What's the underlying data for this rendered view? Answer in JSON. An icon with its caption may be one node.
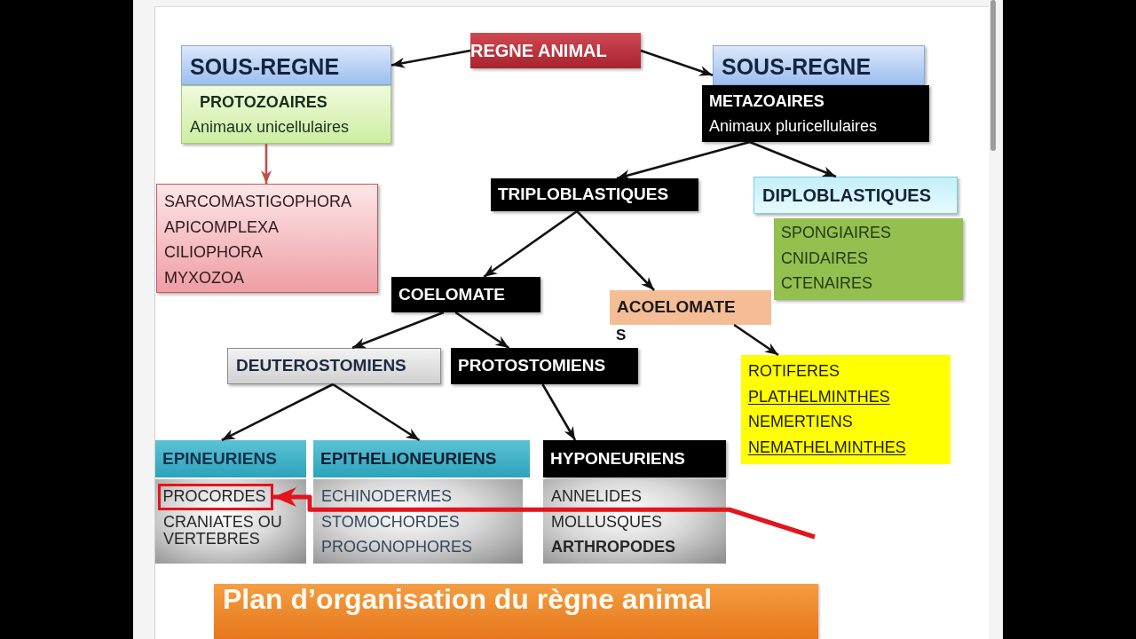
{
  "diagram": {
    "title": "Plan d’organisation du règne animal",
    "nodes": [
      {
        "text": [
          "REGNE ANIMAL"
        ]
      },
      {
        "text": [
          "SOUS-REGNE"
        ]
      },
      {
        "text": [
          "PROTOZOAIRES",
          "Animaux unicellulaires"
        ]
      },
      {
        "text": [
          "SARCOMASTIGOPHORA",
          "APICOMPLEXA",
          "CILIOPHORA",
          "MYXOZOA"
        ]
      },
      {
        "text": [
          "SOUS-REGNE"
        ]
      },
      {
        "text": [
          "METAZOAIRES",
          "Animaux pluricellulaires"
        ]
      },
      {
        "text": [
          "TRIPLOBLASTIQUES"
        ]
      },
      {
        "text": [
          "DIPLOBLASTIQUES"
        ]
      },
      {
        "text": [
          "SPONGIAIRES",
          "CNIDAIRES",
          "CTENAIRES"
        ]
      },
      {
        "text": [
          "COELOMATE"
        ]
      },
      {
        "text": [
          "ACOELOMATE"
        ],
        "beside": [
          "S"
        ]
      },
      {
        "text": [
          "DEUTEROSTOMIENS"
        ]
      },
      {
        "text": [
          "PROTOSTOMIENS"
        ]
      },
      {
        "text": [
          "ROTIFERES",
          "PLATHELMINTHES",
          "NEMERTIENS",
          "NEMATHELMINTHES"
        ]
      },
      {
        "text": [
          "EPINEURIENS"
        ]
      },
      {
        "text": [
          "CRANIATES OU VERTEBRES"
        ]
      },
      {
        "text": [
          "PROCORDES"
        ],
        "in": 15
      },
      {
        "text": [
          "EPITHELIONEURIENS"
        ]
      },
      {
        "text": [
          "ECHINODERMES",
          "STOMOCHORDES",
          "PROGONOPHORES"
        ]
      },
      {
        "text": [
          "HYPONEURIENS"
        ]
      },
      {
        "text": [
          "ANNELIDES",
          "MOLLUSQUES",
          "ARTHROPODES"
        ]
      }
    ],
    "edges": [
      {
        "from": 0,
        "to": 1,
        "arrow": "to"
      },
      {
        "from": 0,
        "to": 4,
        "arrow": "to"
      },
      {
        "from": 2,
        "to": 3,
        "arrow": "to",
        "color": "#c0504d"
      },
      {
        "from": 5,
        "to": 6,
        "arrow": "to"
      },
      {
        "from": 5,
        "to": 7,
        "arrow": "to"
      },
      {
        "from": 6,
        "to": 9,
        "arrow": "to"
      },
      {
        "from": 6,
        "to": 10,
        "arrow": "to"
      },
      {
        "from": 9,
        "to": 11,
        "arrow": "to"
      },
      {
        "from": 9,
        "to": 12,
        "arrow": "to"
      },
      {
        "from": 10,
        "to": 13,
        "arrow": "to"
      },
      {
        "from": 11,
        "to": 14,
        "arrow": "to"
      },
      {
        "from": 11,
        "to": 17,
        "arrow": "to"
      },
      {
        "from": 12,
        "to": 19,
        "arrow": "to"
      },
      {
        "from": null,
        "to": 16,
        "arrow": "to",
        "style": "thick",
        "color": "#e3141c"
      }
    ]
  }
}
